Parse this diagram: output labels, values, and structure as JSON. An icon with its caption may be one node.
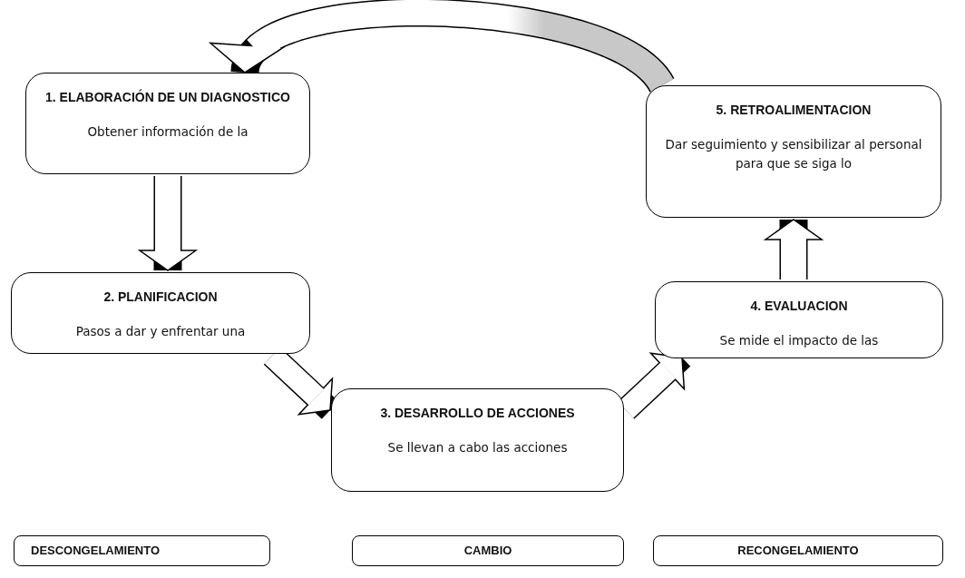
{
  "diagram": {
    "nodes": [
      {
        "text": [
          "1. ELABORACIÓN DE UN DIAGNOSTICO",
          "Obtener información de la"
        ]
      },
      {
        "text": [
          "5. RETROALIMENTACION",
          "Dar seguimiento y sensibilizar al personal para que se siga lo"
        ]
      },
      {
        "text": [
          "2. PLANIFICACION",
          "Pasos a dar y enfrentar una"
        ]
      },
      {
        "text": [
          "4. EVALUACION",
          "Se mide el impacto de las"
        ]
      },
      {
        "text": [
          "3. DESARROLLO DE ACCIONES",
          "Se llevan a cabo las acciones"
        ]
      },
      {
        "text": [
          "DESCONGELAMIENTO"
        ]
      },
      {
        "text": [
          "CAMBIO"
        ]
      },
      {
        "text": [
          "RECONGELAMIENTO"
        ]
      }
    ],
    "edges": [
      {
        "from": 0,
        "to": 2,
        "arrow": "to"
      },
      {
        "from": 2,
        "to": 4,
        "arrow": "to"
      },
      {
        "from": 4,
        "to": 3,
        "arrow": "to"
      },
      {
        "from": 3,
        "to": 1,
        "arrow": "to"
      },
      {
        "from": 1,
        "to": 0,
        "arrow": "to"
      }
    ]
  }
}
